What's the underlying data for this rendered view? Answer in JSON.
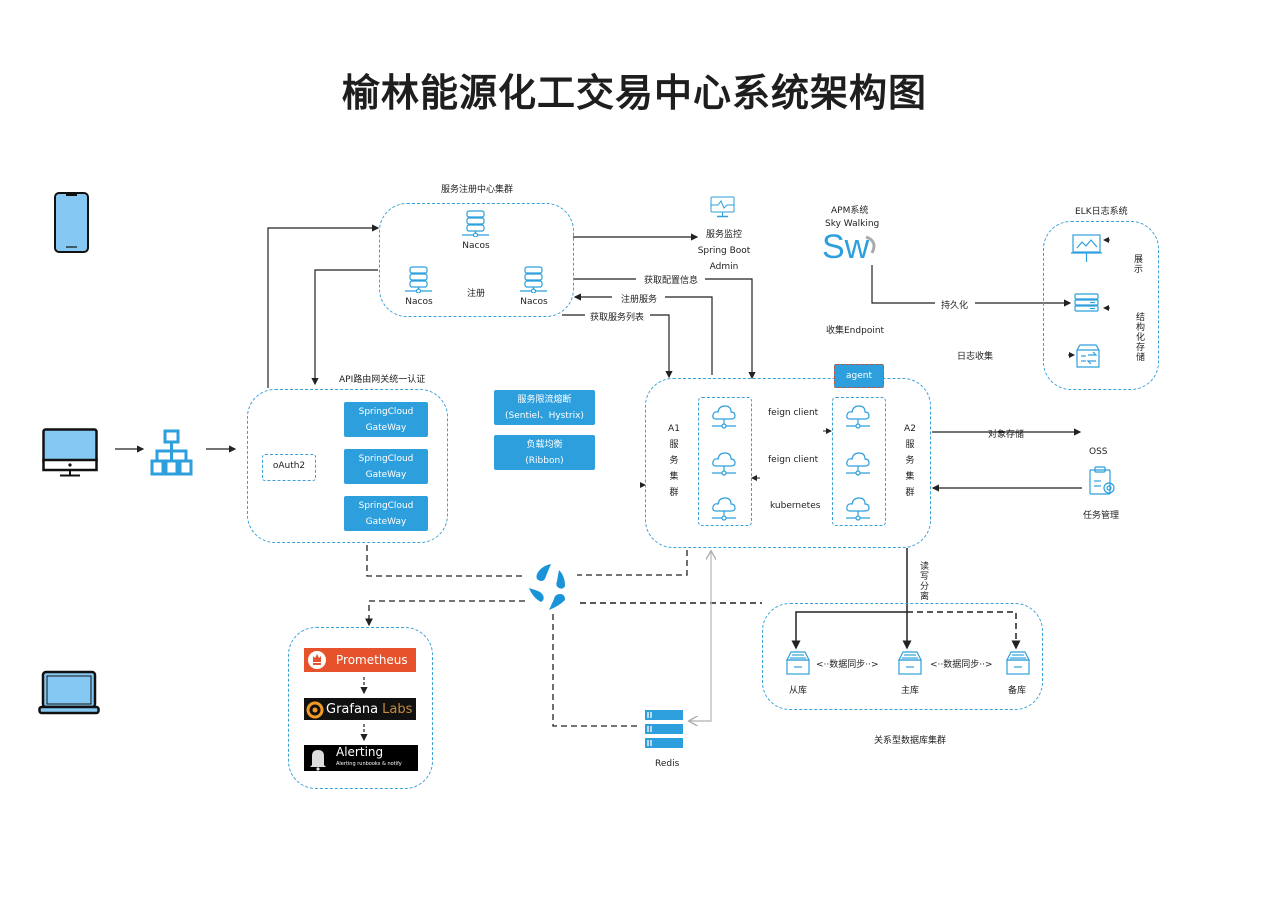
{
  "title": "榆林能源化工交易中心系统架构图",
  "clients": {
    "phone": "phone-icon",
    "desktop": "desktop-icon",
    "laptop": "laptop-icon",
    "network": "network-hierarchy-icon"
  },
  "registry": {
    "caption": "服务注册中心集群",
    "nodes": [
      "Nacos",
      "Nacos",
      "Nacos"
    ],
    "center_label": "注册"
  },
  "monitor": {
    "line1": "服务监控",
    "line2": "Spring Boot",
    "line3": "Admin"
  },
  "apm": {
    "line1": "APM系统",
    "line2": "Sky Walking",
    "logo": "Sw",
    "collect_label": "收集Endpoint",
    "persist_label": "持久化"
  },
  "elk": {
    "caption": "ELK日志系统",
    "display_label": "展示",
    "storage_label": "结构化存储",
    "log_collect_label": "日志收集"
  },
  "edges": {
    "get_config": "获取配置信息",
    "register_service": "注册服务",
    "get_service_list": "获取服务列表",
    "object_storage": "对象存储",
    "rw_split": "读写分离"
  },
  "gateway": {
    "caption": "API路由网关统一认证",
    "oauth": "oAuth2",
    "instances": [
      {
        "line1": "SpringCloud",
        "line2": "GateWay"
      },
      {
        "line1": "SpringCloud",
        "line2": "GateWay"
      },
      {
        "line1": "SpringCloud",
        "line2": "GateWay"
      }
    ]
  },
  "middleware": [
    {
      "line1": "服务限流熔断",
      "line2": "(Sentiel、Hystrix)"
    },
    {
      "line1": "负载均衡",
      "line2": "(Ribbon)"
    }
  ],
  "services": {
    "agent": "agent",
    "a1": [
      "A1",
      "服",
      "务",
      "集",
      "群"
    ],
    "a2": [
      "A2",
      "服",
      "务",
      "集",
      "群"
    ],
    "links": [
      "feign client",
      "feign client",
      "kubernetes"
    ]
  },
  "oss": {
    "label": "OSS",
    "task_label": "任务管理"
  },
  "database": {
    "caption": "关系型数据库集群",
    "slave": "从库",
    "master": "主库",
    "backup": "备库",
    "sync_label": "<··数据同步··>"
  },
  "monitoring_stack": {
    "prometheus": "Prometheus",
    "grafana_main": "Grafana",
    "grafana_sub": "Labs",
    "alerting_main": "Alerting",
    "alerting_sub": "Alerting runbooks & notify",
    "colors": {
      "prometheus": "#e6522c",
      "grafana": "#111111",
      "alerting": "#000000",
      "grafana_accent": "#f29a26"
    }
  },
  "redis": {
    "label": "Redis"
  },
  "colors": {
    "accent": "#2e9fdd",
    "dashed": "#3aa0d8",
    "line": "#222222"
  }
}
